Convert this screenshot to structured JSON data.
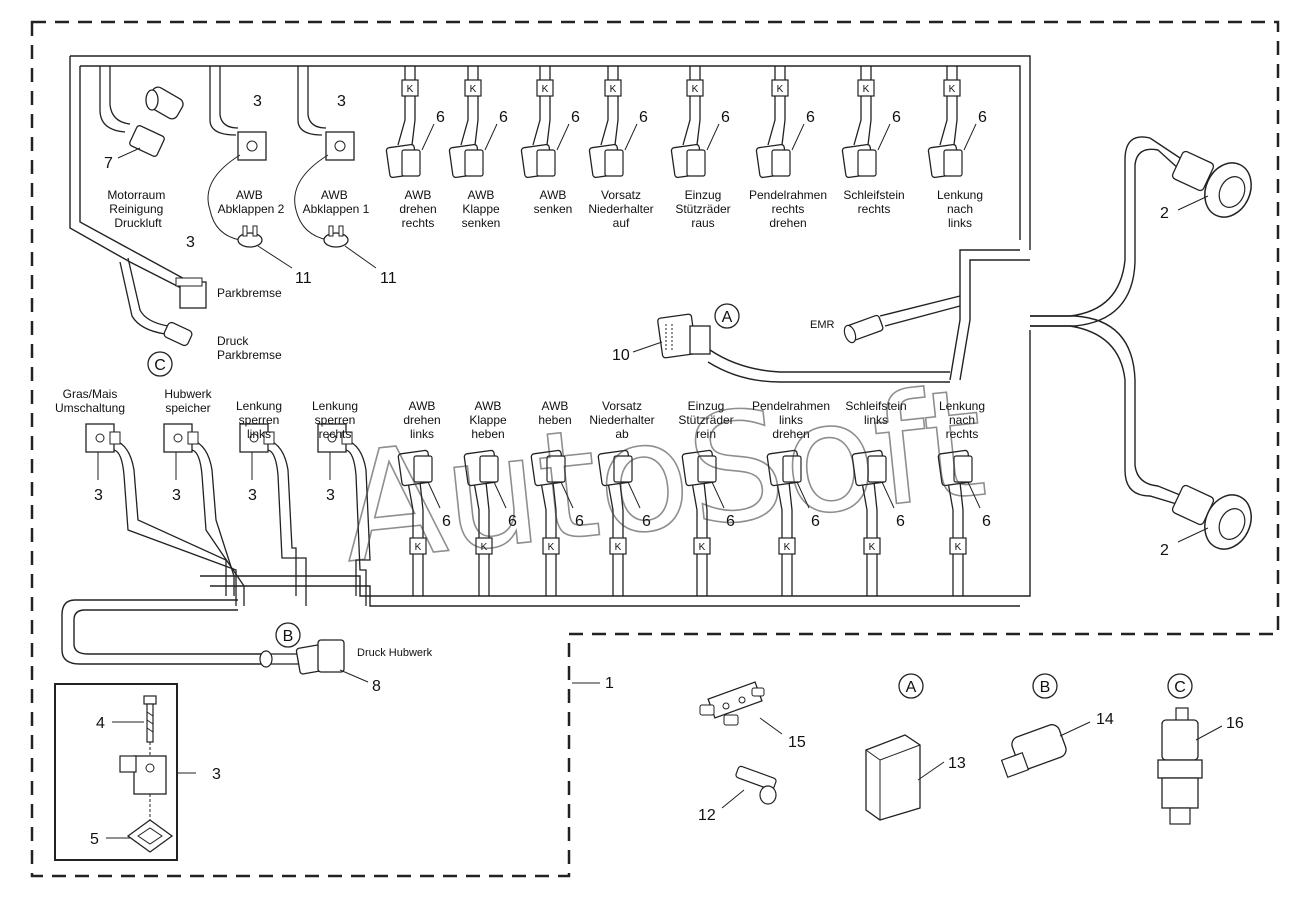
{
  "watermark": "AutoSoft",
  "top_connectors": [
    {
      "label": [
        "AWB",
        "drehen",
        "rechts"
      ],
      "num": "6",
      "k": "K"
    },
    {
      "label": [
        "AWB",
        "Klappe",
        "senken"
      ],
      "num": "6",
      "k": "K"
    },
    {
      "label": [
        "AWB",
        "senken"
      ],
      "num": "6",
      "k": "K"
    },
    {
      "label": [
        "Vorsatz",
        "Niederhalter",
        "auf"
      ],
      "num": "6",
      "k": "K"
    },
    {
      "label": [
        "Einzug",
        "Stützräder",
        "raus"
      ],
      "num": "6",
      "k": "K"
    },
    {
      "label": [
        "Pendelrahmen",
        "rechts",
        "drehen"
      ],
      "num": "6",
      "k": "K"
    },
    {
      "label": [
        "Schleifstein",
        "rechts"
      ],
      "num": "6",
      "k": "K"
    },
    {
      "label": [
        "Lenkung",
        "nach",
        "links"
      ],
      "num": "6",
      "k": "K"
    }
  ],
  "bottom_connectors": [
    {
      "label": [
        "AWB",
        "drehen",
        "links"
      ],
      "num": "6",
      "k": "K"
    },
    {
      "label": [
        "AWB",
        "Klappe",
        "heben"
      ],
      "num": "6",
      "k": "K"
    },
    {
      "label": [
        "AWB",
        "heben"
      ],
      "num": "6",
      "k": "K"
    },
    {
      "label": [
        "Vorsatz",
        "Niederhalter",
        "ab"
      ],
      "num": "6",
      "k": "K"
    },
    {
      "label": [
        "Einzug",
        "Stützräder",
        "rein"
      ],
      "num": "6",
      "k": "K"
    },
    {
      "label": [
        "Pendelrahmen",
        "links",
        "drehen"
      ],
      "num": "6",
      "k": "K"
    },
    {
      "label": [
        "Schleifstein",
        "links"
      ],
      "num": "6",
      "k": "K"
    },
    {
      "label": [
        "Lenkung",
        "nach",
        "rechts"
      ],
      "num": "6",
      "k": "K"
    }
  ],
  "left_top": {
    "motorraum": {
      "label": [
        "Motorraum",
        "Reinigung",
        "Druckluft"
      ],
      "num": "7"
    },
    "awb2": {
      "label": [
        "AWB",
        "Abklappen 2"
      ],
      "num_top": "3",
      "num_bottom": "11"
    },
    "awb1": {
      "label": [
        "AWB",
        "Abklappen 1"
      ],
      "num_top": "3",
      "num_bottom": "11"
    },
    "parkbremse": {
      "label": "Parkbremse",
      "num": "3"
    },
    "druck_parkbremse": {
      "label": [
        "Druck",
        "Parkbremse"
      ],
      "marker": "C"
    }
  },
  "left_bottom": [
    {
      "label": [
        "Gras/Mais",
        "Umschaltung"
      ],
      "num": "3"
    },
    {
      "label": [
        "Hubwerk",
        "speicher"
      ],
      "num": "3"
    },
    {
      "label": [
        "Lenkung",
        "sperren",
        "links"
      ],
      "num": "3"
    },
    {
      "label": [
        "Lenkung",
        "sperren",
        "rechts"
      ],
      "num": "3"
    }
  ],
  "center": {
    "connector_num": "10",
    "marker": "A",
    "emr_label": "EMR"
  },
  "right": {
    "plug_top_num": "2",
    "plug_bottom_num": "2"
  },
  "druck_hubwerk": {
    "label": "Druck Hubwerk",
    "num": "8",
    "marker": "B"
  },
  "assembly_num": "1",
  "detail_box": {
    "bolt_num": "4",
    "valve_num": "3",
    "seal_num": "5"
  },
  "parts": [
    {
      "marker": "",
      "num": "15"
    },
    {
      "marker": "",
      "num": "12"
    },
    {
      "marker": "A",
      "num": "13"
    },
    {
      "marker": "B",
      "num": "14"
    },
    {
      "marker": "C",
      "num": "16"
    }
  ]
}
